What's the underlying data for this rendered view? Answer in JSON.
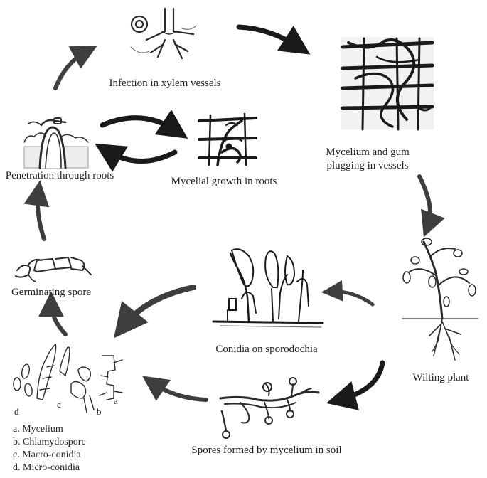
{
  "stages": {
    "infection": "Infection in xylem vessels",
    "plugging_line1": "Mycelium and gum",
    "plugging_line2": "plugging in vessels",
    "wilting": "Wilting plant",
    "spores_soil": "Spores formed by mycelium in soil",
    "conidia": "Conidia on sporodochia",
    "germinating": "Germinating spore",
    "penetration": "Penetration through roots",
    "mycelial_growth": "Mycelial growth in roots"
  },
  "spore_letters": {
    "a": "a",
    "b": "b",
    "c": "c",
    "d": "d"
  },
  "legend": [
    "a. Mycelium",
    "b. Chlamydospore",
    "c. Macro-conidia",
    "d. Micro-conidia"
  ],
  "colors": {
    "arrow_dark": "#1a1a1a",
    "arrow_grey": "#3e3e3e",
    "sketch": "#2b2b2b"
  }
}
